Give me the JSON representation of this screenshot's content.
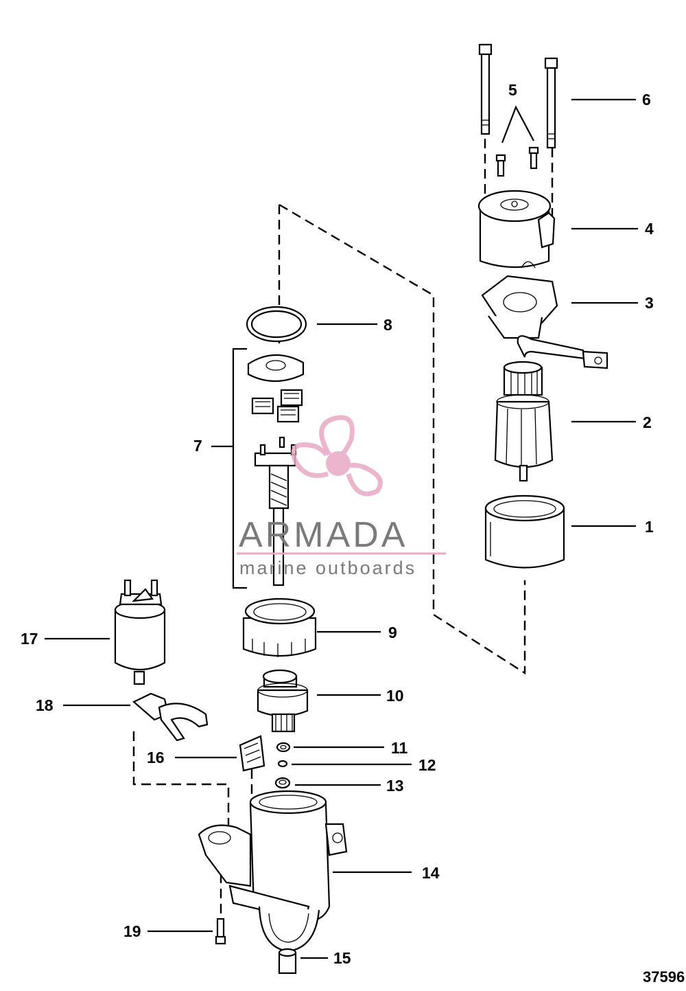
{
  "diagram": {
    "callouts": [
      {
        "id": "1",
        "label": "1"
      },
      {
        "id": "2",
        "label": "2"
      },
      {
        "id": "3",
        "label": "3"
      },
      {
        "id": "4",
        "label": "4"
      },
      {
        "id": "5",
        "label": "5"
      },
      {
        "id": "6",
        "label": "6"
      },
      {
        "id": "7",
        "label": "7"
      },
      {
        "id": "8",
        "label": "8"
      },
      {
        "id": "9",
        "label": "9"
      },
      {
        "id": "10",
        "label": "10"
      },
      {
        "id": "11",
        "label": "11"
      },
      {
        "id": "12",
        "label": "12"
      },
      {
        "id": "13",
        "label": "13"
      },
      {
        "id": "14",
        "label": "14"
      },
      {
        "id": "15",
        "label": "15"
      },
      {
        "id": "16",
        "label": "16"
      },
      {
        "id": "17",
        "label": "17"
      },
      {
        "id": "18",
        "label": "18"
      },
      {
        "id": "19",
        "label": "19"
      }
    ],
    "figure_number": "37596"
  },
  "watermark": {
    "name": "ARMADA",
    "tagline": "marine outboards",
    "logo_color": "#e8a9c6",
    "text_color": "#7a7a7a"
  }
}
